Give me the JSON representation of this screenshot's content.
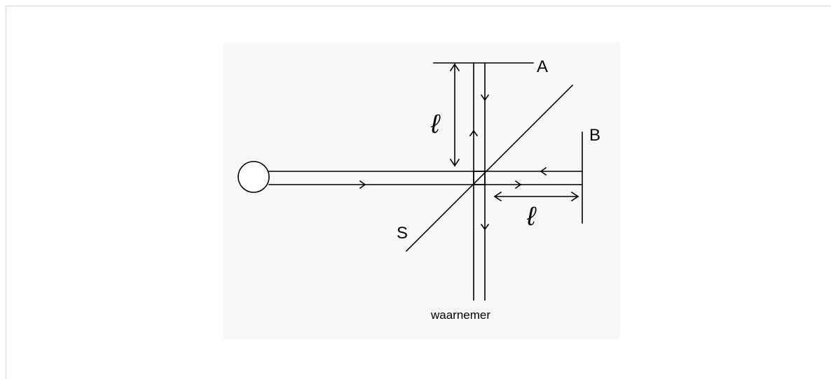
{
  "diagram": {
    "labels": {
      "mirror_a": "A",
      "mirror_b": "B",
      "splitter": "S",
      "length_vertical": "ℓ",
      "length_horizontal": "ℓ",
      "observer": "waarnemer"
    },
    "colors": {
      "ink": "#000000",
      "figure_background": "#f8f8f8",
      "frame_border": "#d4d4d4"
    }
  }
}
